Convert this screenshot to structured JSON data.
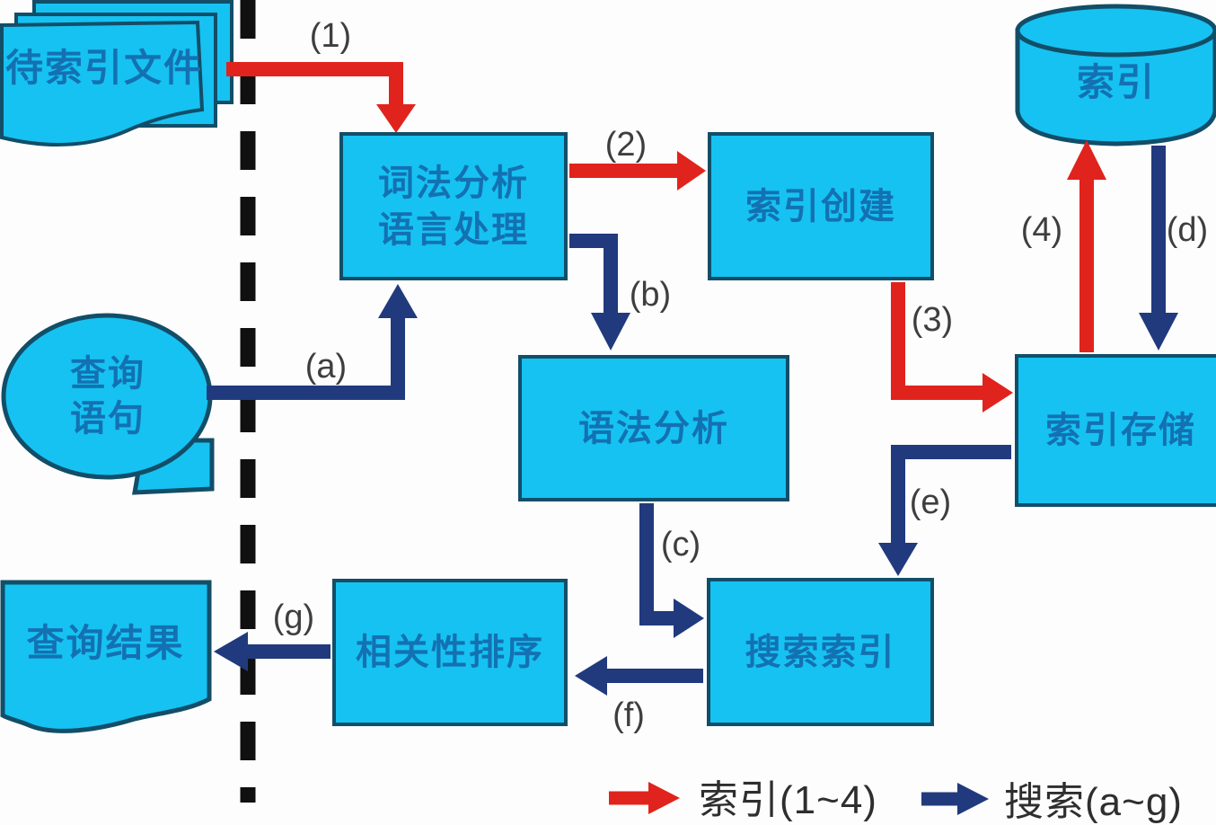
{
  "diagram_title": "search-engine-indexing-and-search-flow",
  "colors": {
    "node_fill": "#16c2f2",
    "node_border": "#124e68",
    "node_text": "#1371b2",
    "index_flow_red": "#e0231c",
    "search_flow_navy": "#203a7d",
    "divider_black": "#101010",
    "annotation_text": "#3e3e3e"
  },
  "nodes": {
    "pending_files": {
      "label": "待索引文件",
      "shape": "stacked-documents"
    },
    "lexical": {
      "line1": "词法分析",
      "line2": "语言处理",
      "shape": "rectangle"
    },
    "index_create": {
      "label": "索引创建",
      "shape": "rectangle"
    },
    "index_db": {
      "label": "索引",
      "shape": "cylinder"
    },
    "query": {
      "line1": "查询",
      "line2": "语句",
      "shape": "speech-bubble"
    },
    "syntax": {
      "label": "语法分析",
      "shape": "rectangle"
    },
    "index_store": {
      "label": "索引存储",
      "shape": "rectangle"
    },
    "search_index": {
      "label": "搜索索引",
      "shape": "rectangle"
    },
    "relevance": {
      "label": "相关性排序",
      "shape": "rectangle"
    },
    "query_result": {
      "label": "查询结果",
      "shape": "document"
    }
  },
  "arrows": {
    "1": {
      "label": "(1)",
      "flow": "index",
      "from": "pending_files",
      "to": "lexical"
    },
    "2": {
      "label": "(2)",
      "flow": "index",
      "from": "lexical",
      "to": "index_create"
    },
    "3": {
      "label": "(3)",
      "flow": "index",
      "from": "index_create",
      "to": "index_store"
    },
    "4": {
      "label": "(4)",
      "flow": "index",
      "from": "index_store",
      "to": "index_db"
    },
    "a": {
      "label": "(a)",
      "flow": "search",
      "from": "query",
      "to": "lexical"
    },
    "b": {
      "label": "(b)",
      "flow": "search",
      "from": "lexical",
      "to": "syntax"
    },
    "c": {
      "label": "(c)",
      "flow": "search",
      "from": "syntax",
      "to": "search_index"
    },
    "d": {
      "label": "(d)",
      "flow": "search",
      "from": "index_db",
      "to": "index_store"
    },
    "e": {
      "label": "(e)",
      "flow": "search",
      "from": "index_store",
      "to": "search_index"
    },
    "f": {
      "label": "(f)",
      "flow": "search",
      "from": "search_index",
      "to": "relevance"
    },
    "g": {
      "label": "(g)",
      "flow": "search",
      "from": "relevance",
      "to": "query_result"
    }
  },
  "legend": {
    "items": [
      {
        "swatch": "red-arrow",
        "label": "索引(1~4)"
      },
      {
        "swatch": "navy-arrow",
        "label": "搜索(a~g)"
      }
    ]
  }
}
